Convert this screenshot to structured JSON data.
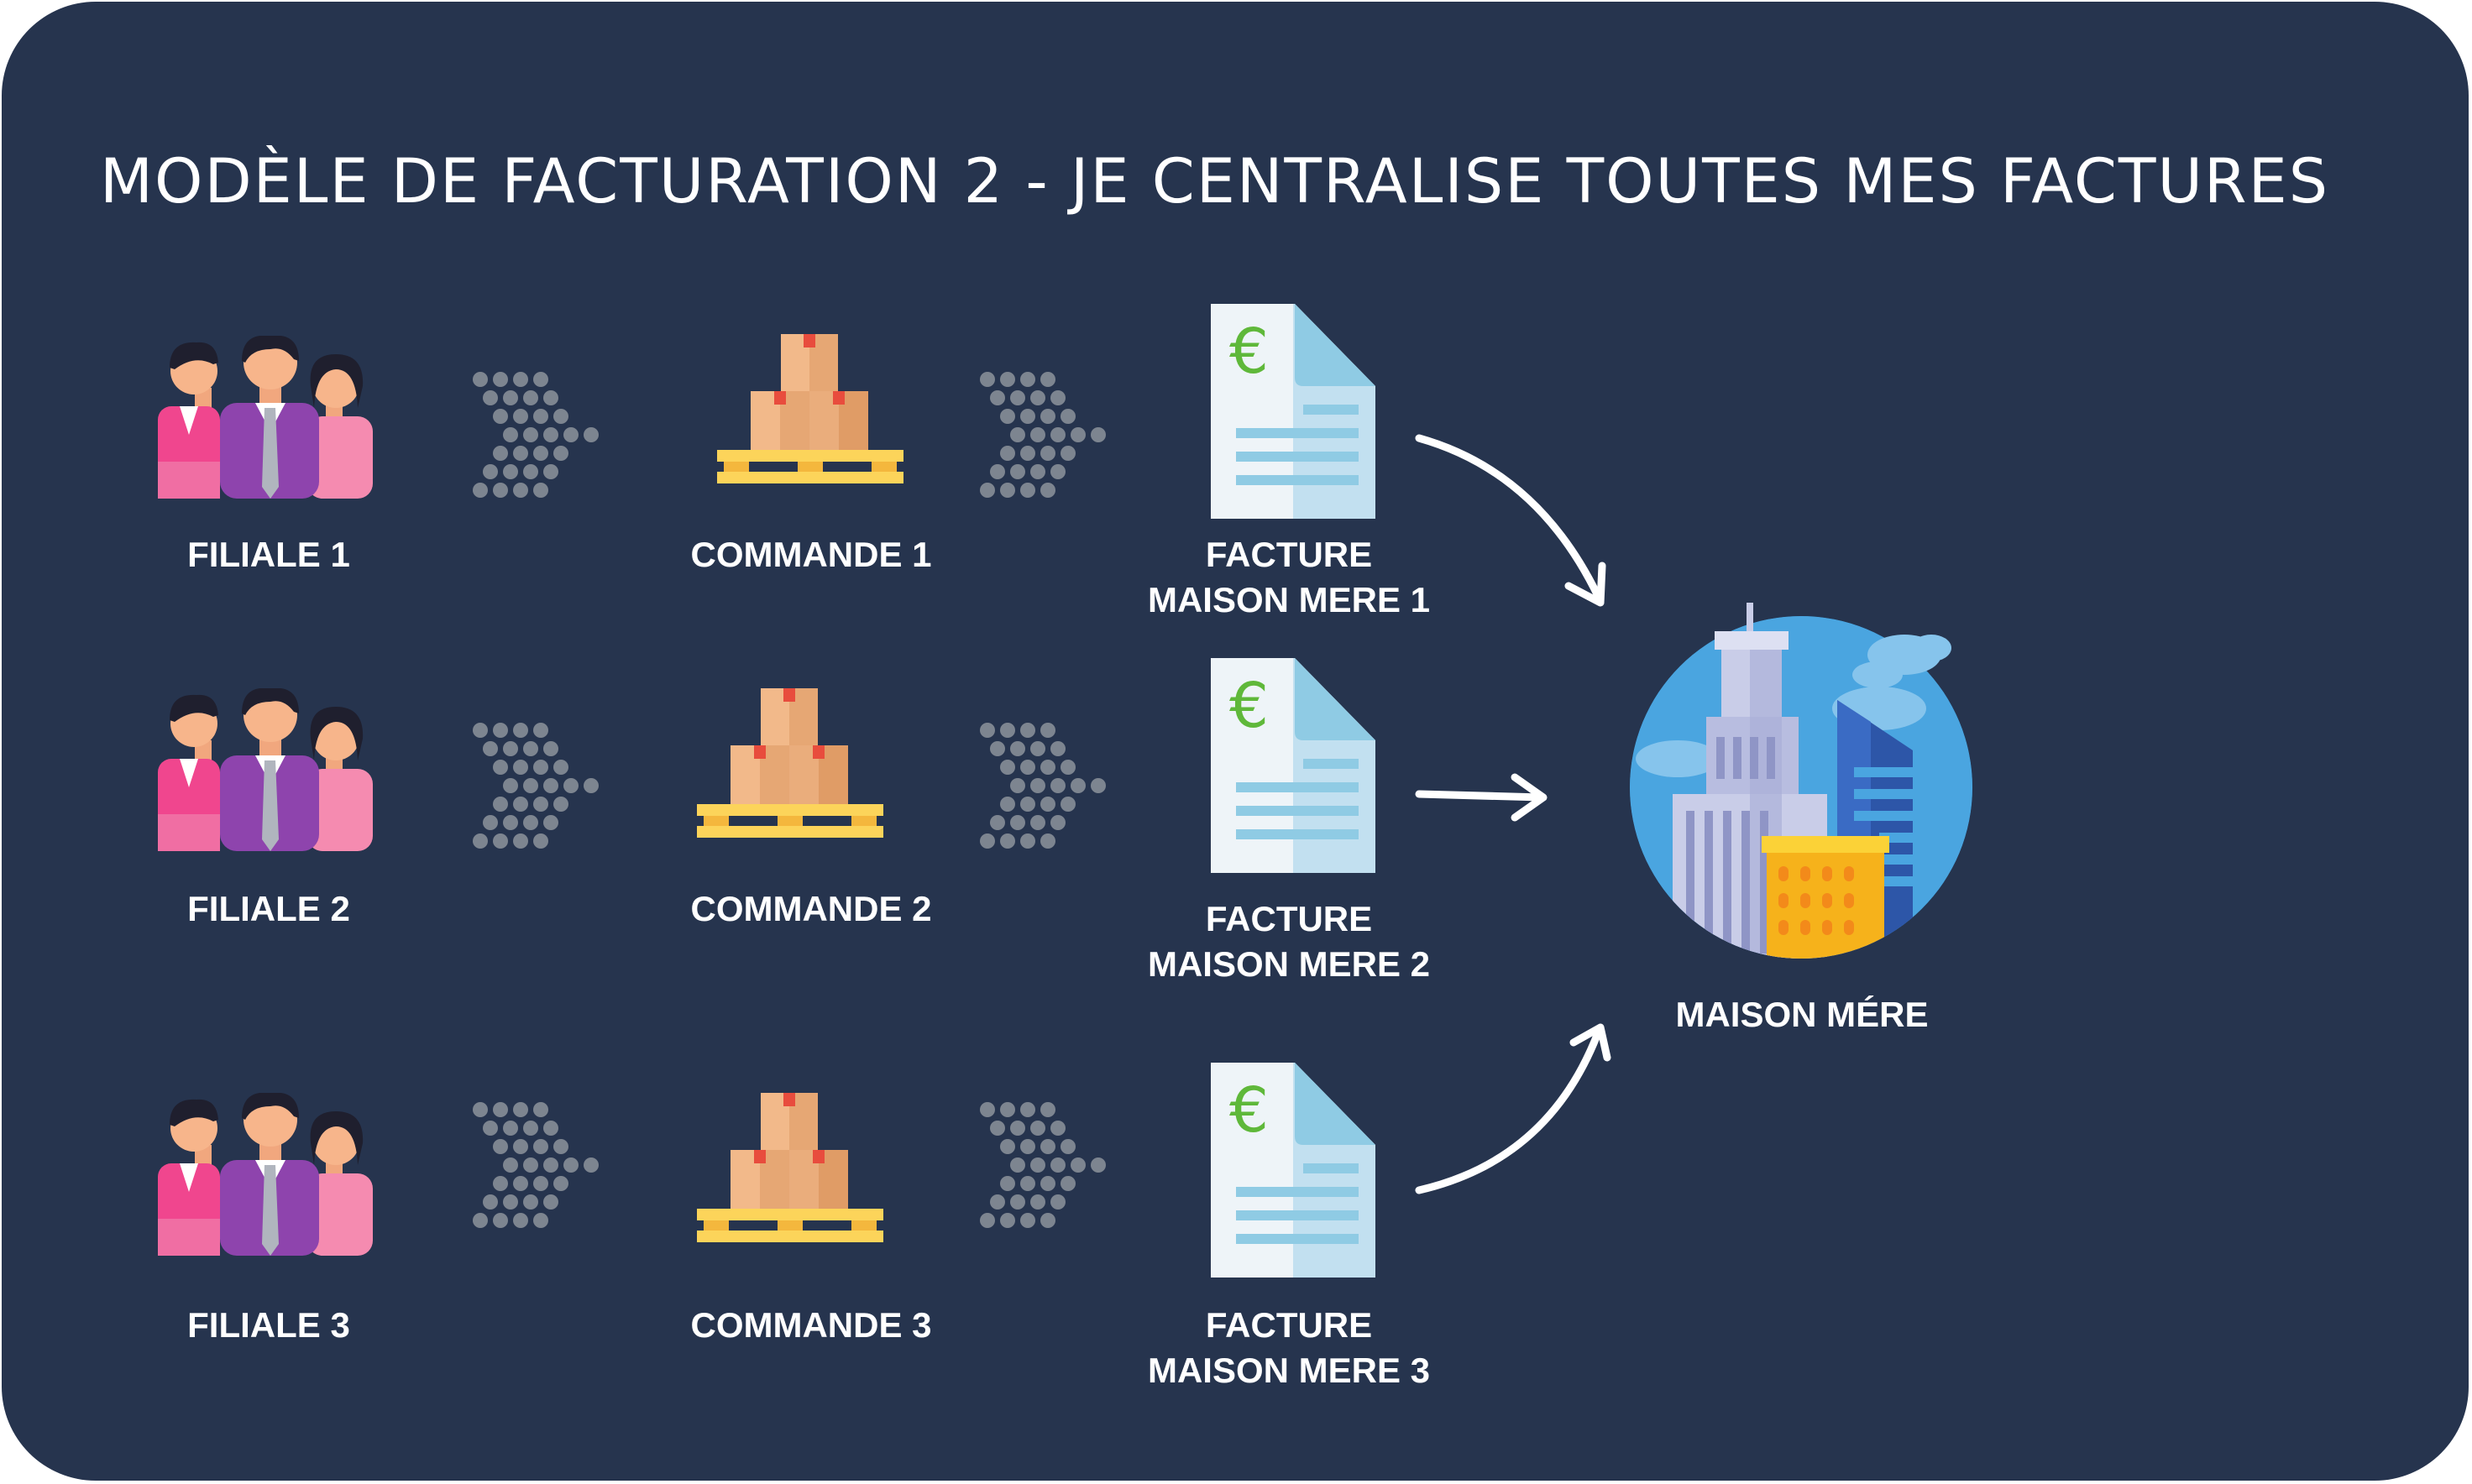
{
  "title": "MODÈLE DE FACTURATION 2 - JE CENTRALISE TOUTES MES FACTURES",
  "rows": [
    {
      "subsidiary": "FILIALE 1",
      "order": "COMMANDE 1",
      "invoice_line1": "FACTURE",
      "invoice_line2": "MAISON MERE 1"
    },
    {
      "subsidiary": "FILIALE 2",
      "order": "COMMANDE 2",
      "invoice_line1": "FACTURE",
      "invoice_line2": "MAISON MERE 2"
    },
    {
      "subsidiary": "FILIALE 3",
      "order": "COMMANDE 3",
      "invoice_line1": "FACTURE",
      "invoice_line2": "MAISON MERE 3"
    }
  ],
  "headquarters": {
    "label": "MAISON MÉRE"
  },
  "invoice_symbol": "€",
  "icons": {
    "subsidiary": "people-group-icon",
    "flow": "dotted-chevron-arrow-icon",
    "order": "boxes-on-pallet-icon",
    "invoice": "euro-invoice-document-icon",
    "connector": "curved-arrow-icon",
    "headquarters": "city-buildings-icon"
  },
  "colors": {
    "background": "#26344e",
    "text": "#ffffff",
    "chevron_dots": "#7d8590",
    "euro": "#5fb83a",
    "box": "#e6a774",
    "pallet": "#fcd45a"
  }
}
